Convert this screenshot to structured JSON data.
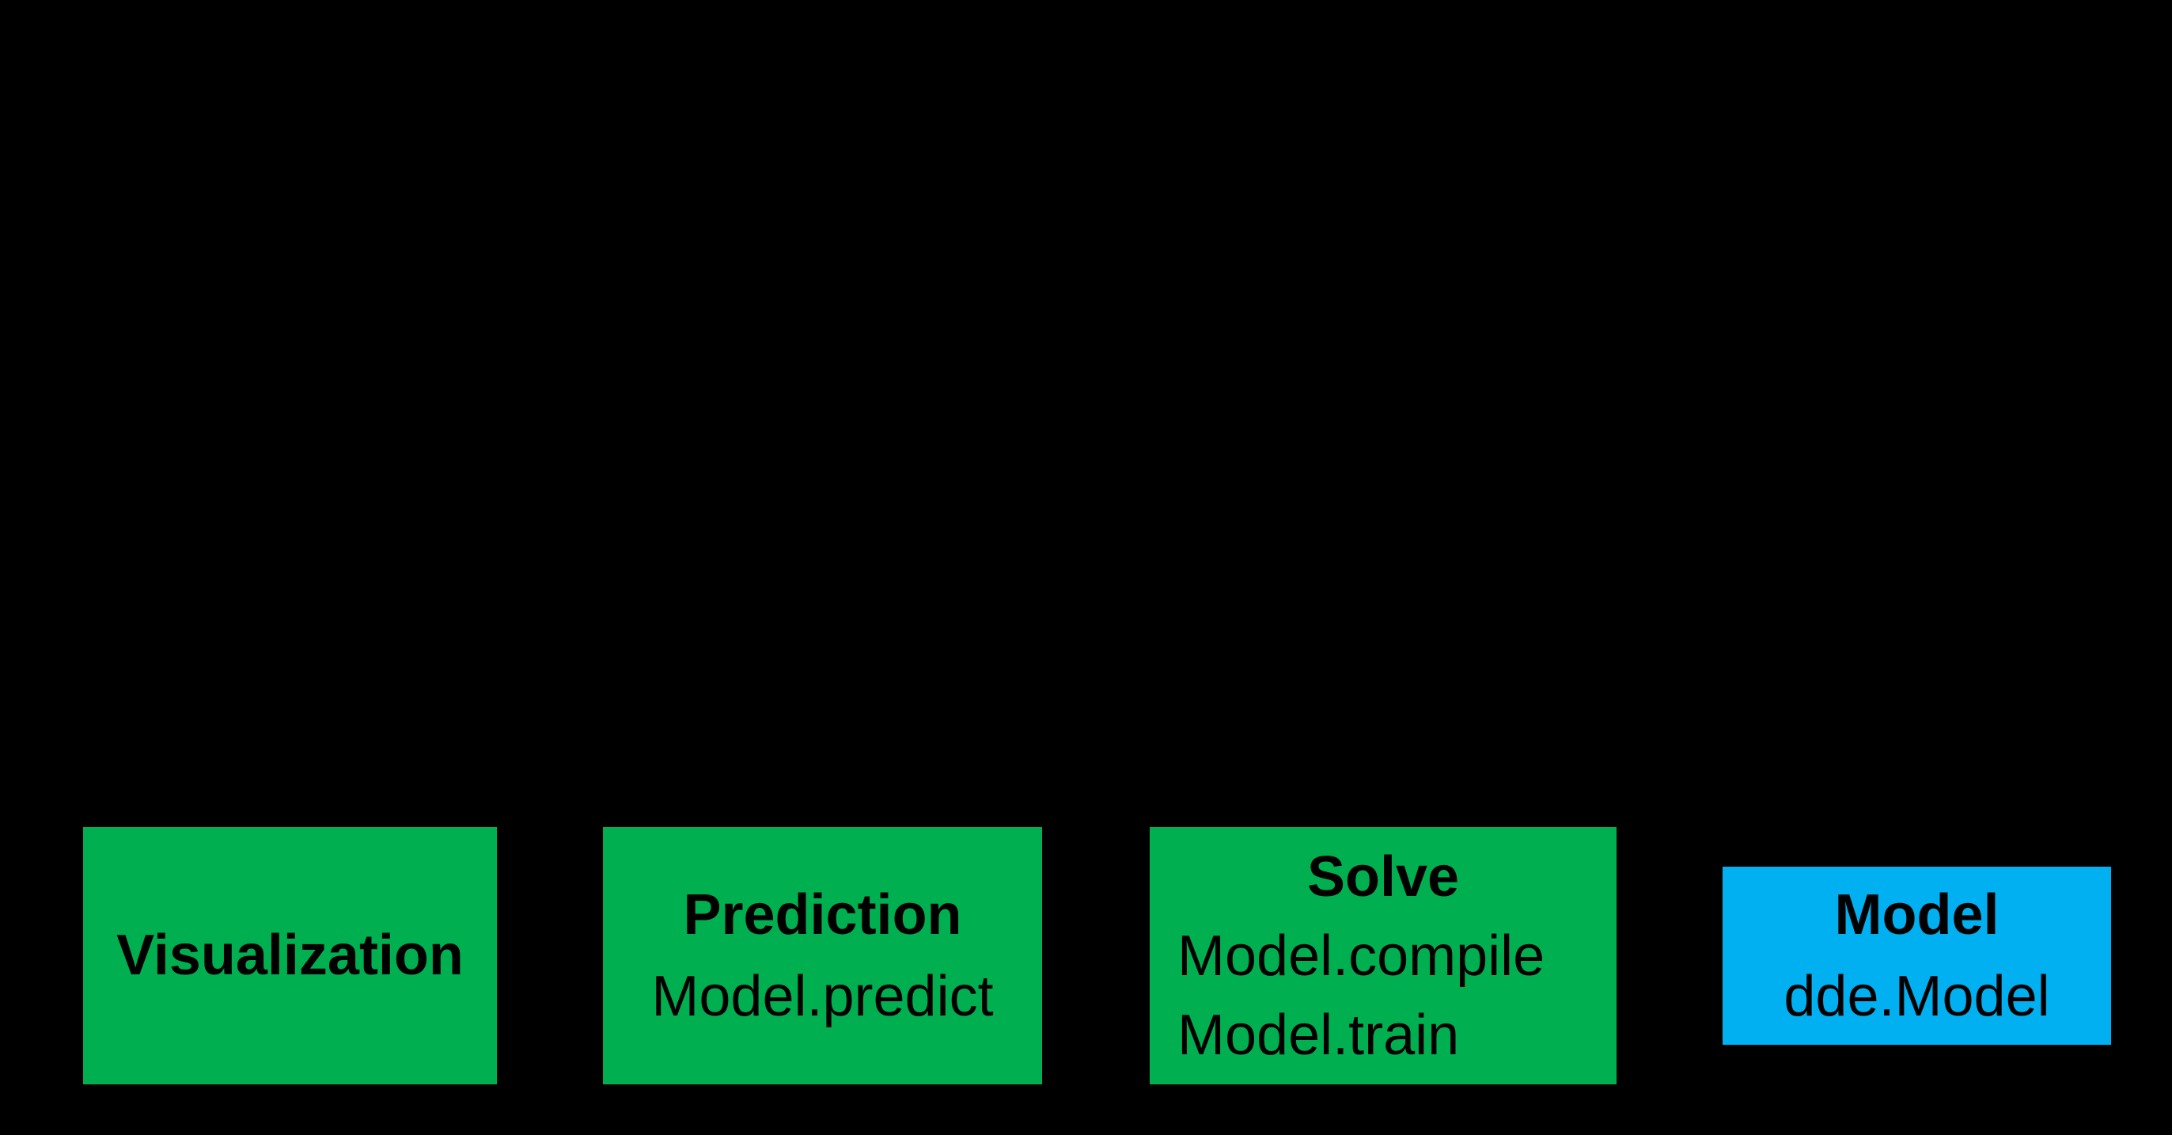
{
  "diagram": {
    "background_color": "#000000",
    "text_color": "#000000",
    "box_colors": {
      "green": "#00B050",
      "blue": "#00B0F0"
    },
    "boxes": [
      {
        "id": "visualization",
        "title": "Visualization",
        "lines": [],
        "color": "#00B050"
      },
      {
        "id": "prediction",
        "title": "Prediction",
        "lines": [
          "Model.predict"
        ],
        "color": "#00B050"
      },
      {
        "id": "solve",
        "title": "Solve",
        "lines": [
          "Model.compile",
          "Model.train"
        ],
        "color": "#00B050"
      },
      {
        "id": "model",
        "title": "Model",
        "lines": [
          "dde.Model"
        ],
        "color": "#00B0F0"
      }
    ]
  }
}
